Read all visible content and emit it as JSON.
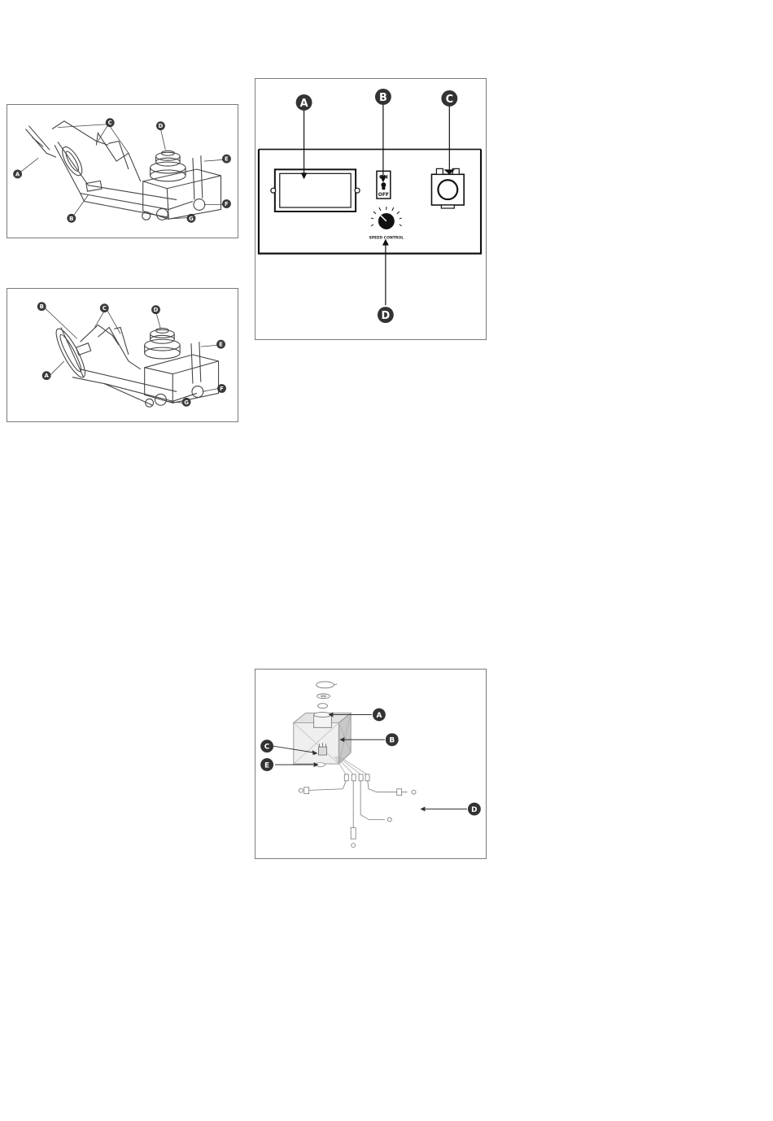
{
  "fig1": {
    "callouts": {
      "A": "A",
      "B": "B",
      "C": "C",
      "D": "D",
      "E": "E",
      "F": "F",
      "G": "G"
    }
  },
  "fig2": {
    "callouts": {
      "A": "A",
      "B": "B",
      "C": "C",
      "D": "D",
      "E": "E",
      "F": "F",
      "G": "G"
    }
  },
  "fig3": {
    "callouts": {
      "A": "A",
      "B": "B",
      "C": "C",
      "D": "D"
    },
    "switch_on": "ON",
    "switch_off": "OFF",
    "dial_label": "SPEED CONTROL"
  },
  "fig4": {
    "callouts": {
      "A": "A",
      "B": "B",
      "C": "C",
      "D": "D",
      "E": "E"
    }
  }
}
